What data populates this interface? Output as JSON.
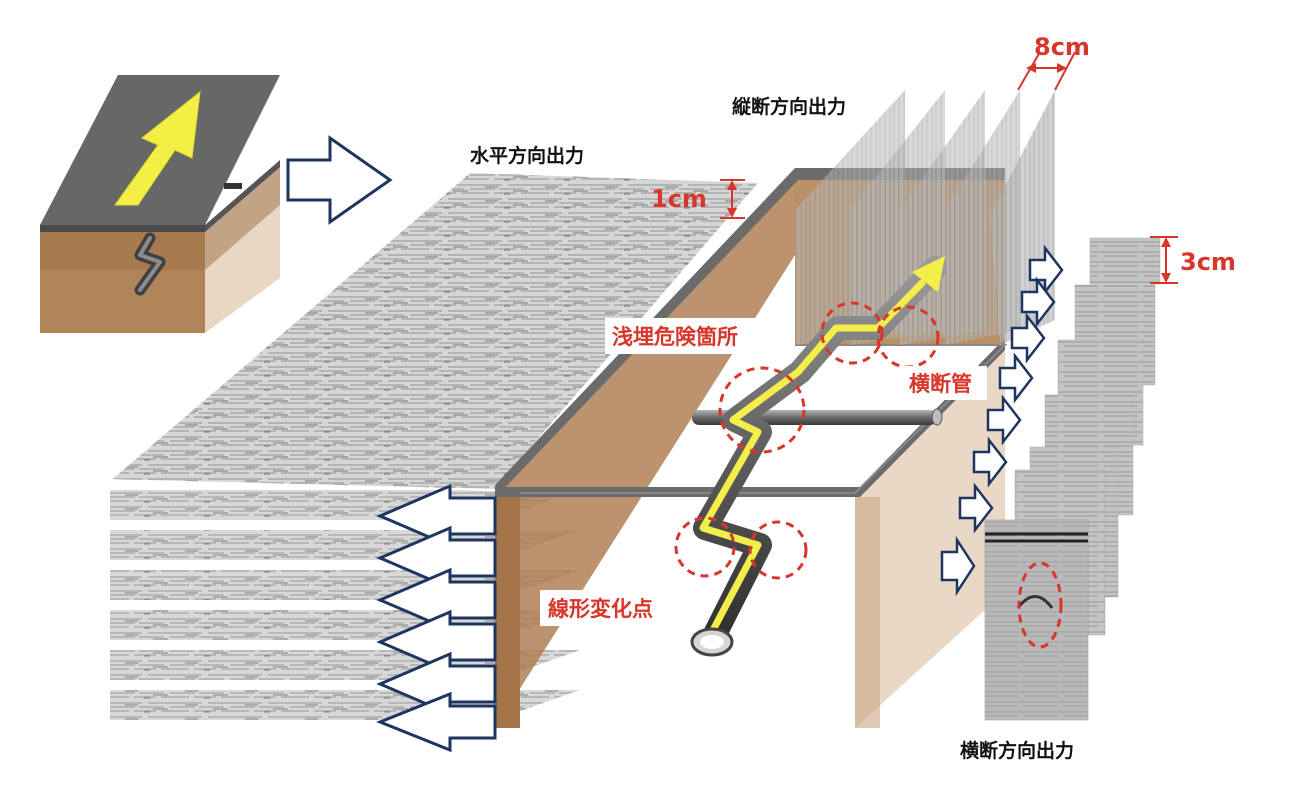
{
  "labels": {
    "horizontal_output": "水平方向出力",
    "longitudinal_output": "縦断方向出力",
    "transverse_output": "横断方向出力",
    "shallow_danger": "浅埋危険箇所",
    "crossing_pipe": "横断管",
    "alignment_change": "線形変化点"
  },
  "dimensions": {
    "horizontal_spacing": "1cm",
    "longitudinal_spacing": "8cm",
    "transverse_spacing": "3cm"
  },
  "colors": {
    "highlight_red": "#d8362b",
    "arrow_outline": "#1e3560",
    "soil_brown": "#b08055",
    "road_gray": "#6a6a6a",
    "pipe_yellow": "#f3ee4a"
  }
}
